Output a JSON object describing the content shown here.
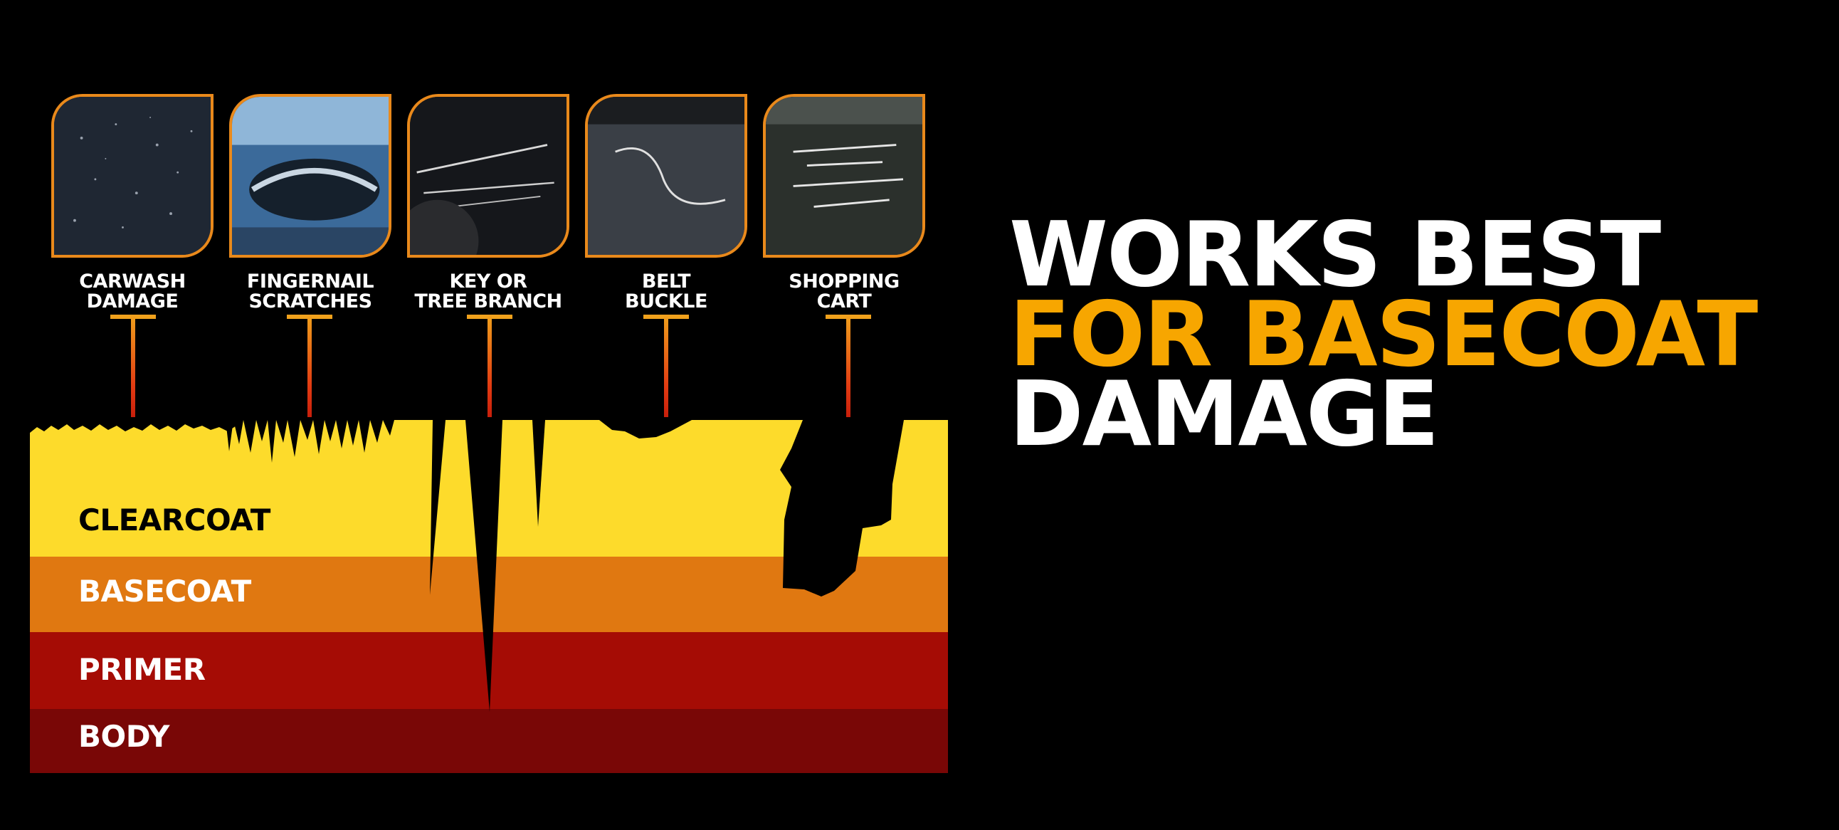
{
  "headline": {
    "line1": "WORKS BEST",
    "line2": "FOR BASECOAT",
    "line3": "DAMAGE"
  },
  "damage_types": [
    {
      "line1": "CARWASH",
      "line2": "DAMAGE"
    },
    {
      "line1": "FINGERNAIL",
      "line2": "SCRATCHES"
    },
    {
      "line1": "KEY OR",
      "line2": "TREE BRANCH"
    },
    {
      "line1": "BELT",
      "line2": "BUCKLE"
    },
    {
      "line1": "SHOPPING",
      "line2": "CART"
    }
  ],
  "layers": [
    {
      "label": "CLEARCOAT",
      "color": "#fddb2b"
    },
    {
      "label": "BASECOAT",
      "color": "#e07811"
    },
    {
      "label": "PRIMER",
      "color": "#a50c05"
    },
    {
      "label": "BODY",
      "color": "#790706"
    }
  ],
  "colors": {
    "accent_orange": "#e9891b",
    "headline_yellow": "#f7a600",
    "background": "#000000"
  }
}
